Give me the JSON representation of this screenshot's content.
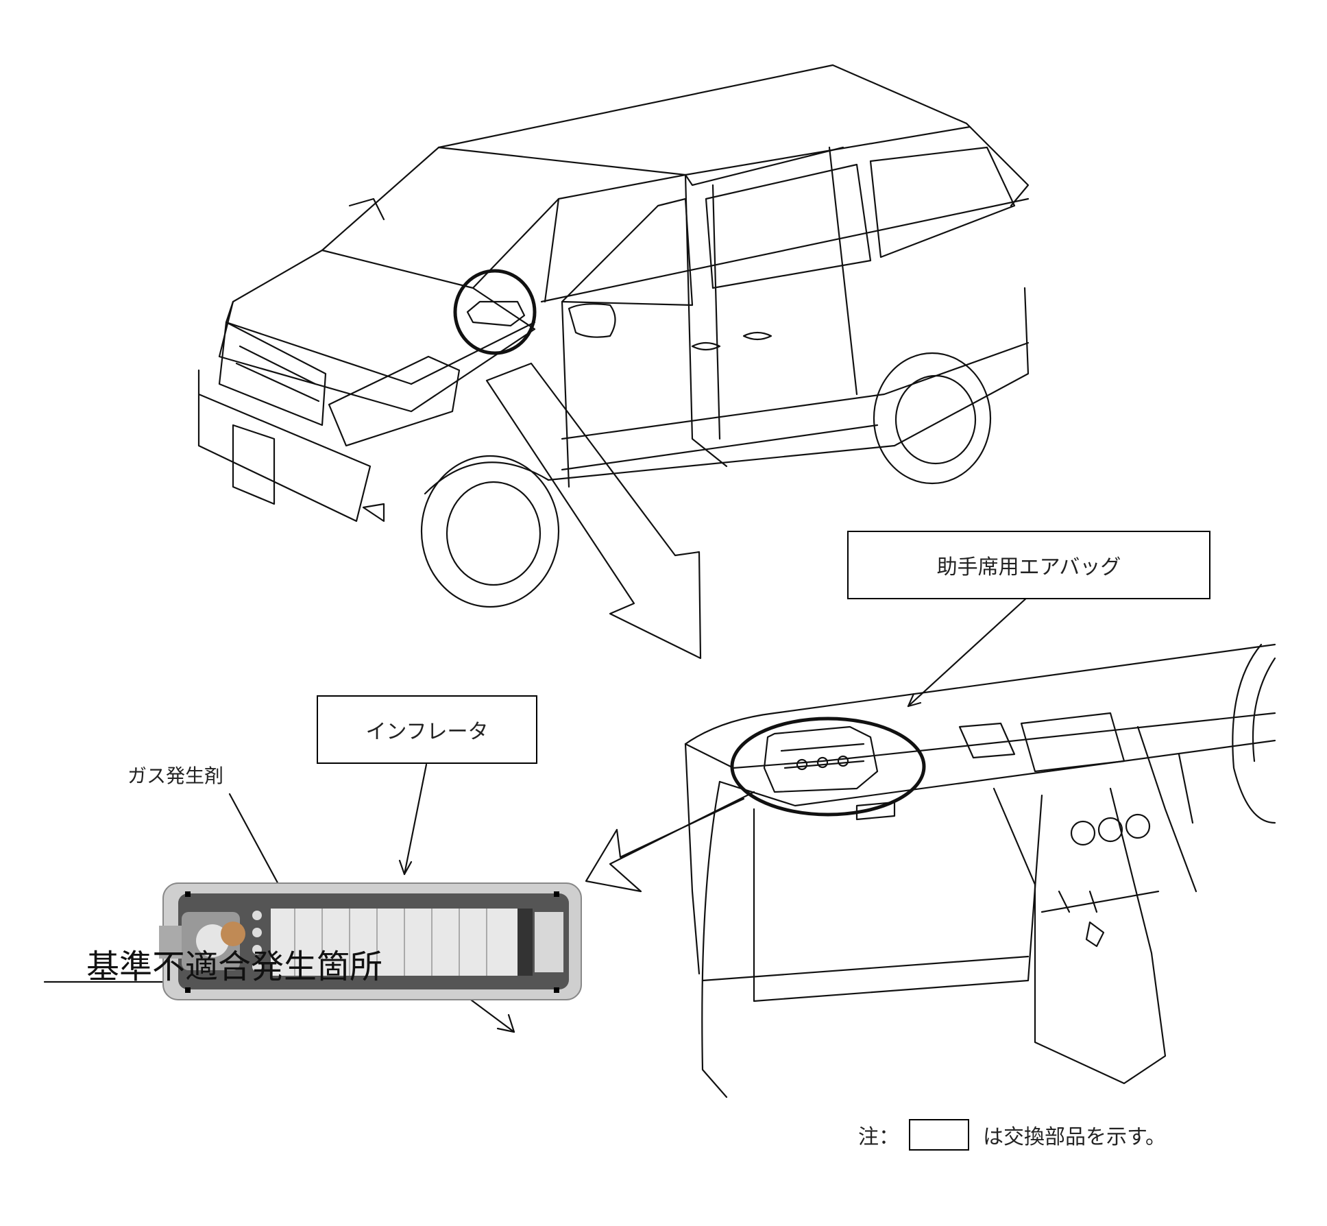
{
  "labels": {
    "airbag": "助手席用エアバッグ",
    "inflator": "インフレータ",
    "propellant": "ガス発生剤",
    "defect_location": "基準不適合発生箇所"
  },
  "note": {
    "prefix": "注：",
    "suffix": "は交換部品を示す。"
  }
}
